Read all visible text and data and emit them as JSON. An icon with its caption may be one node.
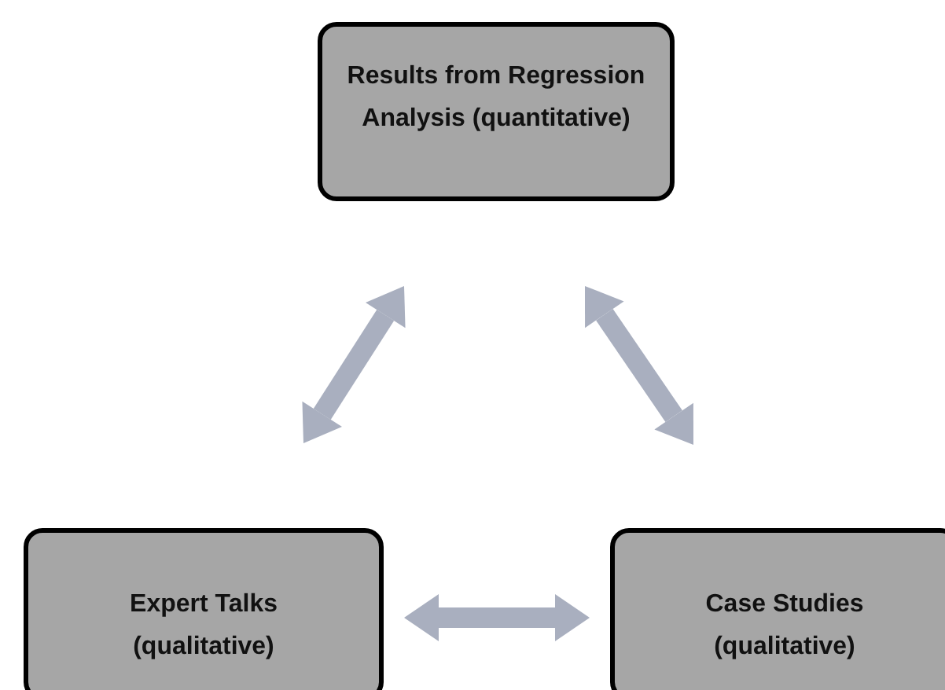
{
  "diagram": {
    "nodes": [
      {
        "text": [
          "Results from Regression Analysis (quantitative)"
        ]
      },
      {
        "text": [
          "Expert Talks (qualitative)"
        ]
      },
      {
        "text": [
          "Case Studies (qualitative)"
        ]
      }
    ],
    "edges": [
      {
        "from": 1,
        "to": 0,
        "arrow": "both"
      },
      {
        "from": 0,
        "to": 2,
        "arrow": "both"
      },
      {
        "from": 1,
        "to": 2,
        "arrow": "both"
      }
    ]
  }
}
